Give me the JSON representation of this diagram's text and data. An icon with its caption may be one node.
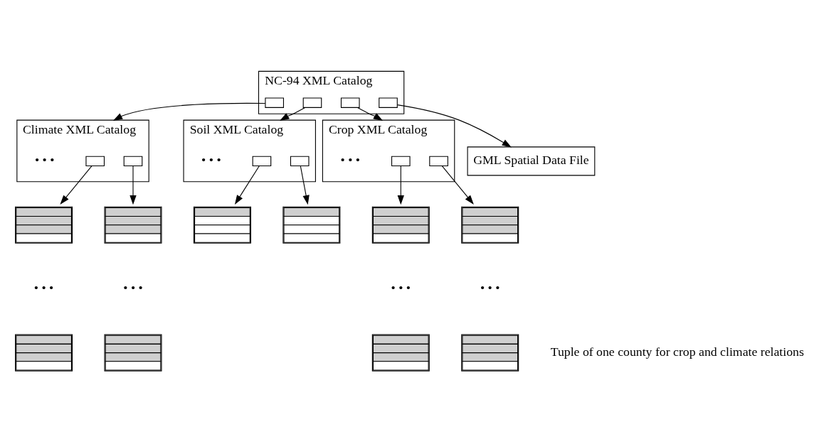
{
  "diagram": {
    "nodes": [
      {
        "text": [
          "NC-94 XML Catalog"
        ]
      },
      {
        "text": [],
        "shape": "box",
        "in": 0
      },
      {
        "text": [],
        "shape": "box",
        "in": 0
      },
      {
        "text": [],
        "shape": "box",
        "in": 0
      },
      {
        "text": [],
        "shape": "box",
        "in": 0
      },
      {
        "text": [
          "Climate XML Catalog"
        ]
      },
      {
        "text": [],
        "shape": "box",
        "in": 5
      },
      {
        "text": [],
        "shape": "box",
        "in": 5
      },
      {
        "text": [
          "Soil XML Catalog"
        ]
      },
      {
        "text": [],
        "shape": "box",
        "in": 8
      },
      {
        "text": [],
        "shape": "box",
        "in": 8
      },
      {
        "text": [
          "Crop XML Catalog"
        ]
      },
      {
        "text": [],
        "shape": "box",
        "in": 11
      },
      {
        "text": [],
        "shape": "box",
        "in": 11
      },
      {
        "text": [
          "GML Spatial Data File"
        ]
      },
      {
        "text": [],
        "shape": "table"
      },
      {
        "text": [],
        "shape": "table"
      },
      {
        "text": [],
        "shape": "table"
      },
      {
        "text": [],
        "shape": "table"
      },
      {
        "text": [],
        "shape": "table"
      },
      {
        "text": [],
        "shape": "table"
      },
      {
        "text": [],
        "shape": "table"
      },
      {
        "text": [],
        "shape": "table"
      },
      {
        "text": [],
        "shape": "table"
      },
      {
        "text": [],
        "shape": "table"
      }
    ],
    "edges": [
      {
        "from": 1,
        "to": 5,
        "arrow": "to"
      },
      {
        "from": 2,
        "to": 8,
        "arrow": "to"
      },
      {
        "from": 3,
        "to": 11,
        "arrow": "to"
      },
      {
        "from": 4,
        "to": 14,
        "arrow": "to"
      },
      {
        "from": 6,
        "to": 15,
        "arrow": "to"
      },
      {
        "from": 7,
        "to": 16,
        "arrow": "to"
      },
      {
        "from": 9,
        "to": 19,
        "arrow": "to"
      },
      {
        "from": 10,
        "to": 20,
        "arrow": "to"
      },
      {
        "from": 12,
        "to": 21,
        "arrow": "to"
      },
      {
        "from": 13,
        "to": 22,
        "arrow": "to"
      }
    ],
    "labels": [
      "• • •",
      "• • •",
      "• • •",
      "• • •",
      "• • •",
      "• • •",
      "• • •",
      "Tuple of one county for crop and climate relations"
    ]
  }
}
